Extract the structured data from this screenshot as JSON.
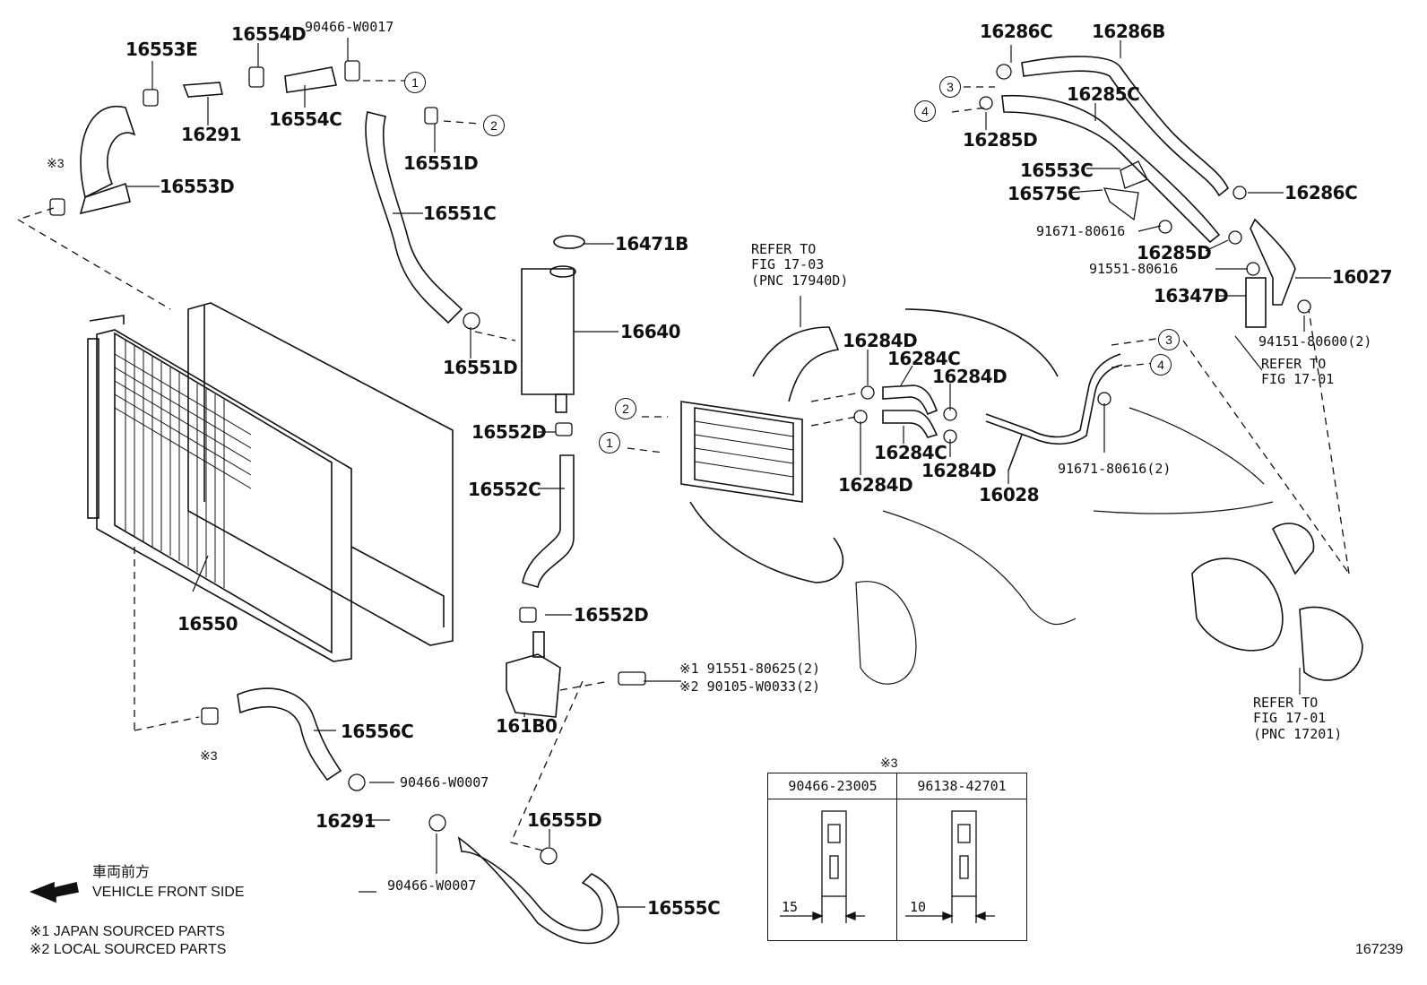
{
  "diagram_id": "167239",
  "legend": {
    "front_jp": "車両前方",
    "front_en": "VEHICLE FRONT SIDE",
    "note1": "※1 JAPAN SOURCED PARTS",
    "note2": "※2 LOCAL SOURCED PARTS"
  },
  "parts": {
    "p16553E": "16553E",
    "p16554D": "16554D",
    "p90466W0017": "90466-W0017",
    "p16291a": "16291",
    "p16554C": "16554C",
    "p16551Da": "16551D",
    "p16553D": "16553D",
    "p16551C": "16551C",
    "p16471B": "16471B",
    "p16640": "16640",
    "p16551Db": "16551D",
    "p16552Da": "16552D",
    "p16552C": "16552C",
    "p16552Db": "16552D",
    "p16550": "16550",
    "p161B0": "161B0",
    "p16556C": "16556C",
    "p90466W0007a": "90466-W0007",
    "p16291b": "16291",
    "p90466W0007b": "90466-W0007",
    "p16555D": "16555D",
    "p16555C": "16555C",
    "bolt1": "※1 91551-80625(2)",
    "bolt2": "※2 90105-W0033(2)",
    "p16284Da": "16284D",
    "p16284Ca": "16284C",
    "p16284Db": "16284D",
    "p16284Cb": "16284C",
    "p16284Dc": "16284D",
    "p16284Dd": "16284D",
    "p16028": "16028",
    "p91671_80616_2": "91671-80616(2)",
    "p16286C": "16286C",
    "p16286B": "16286B",
    "p16285C": "16285C",
    "p16285D": "16285D",
    "p16553C": "16553C",
    "p16575C": "16575C",
    "p16286Cb": "16286C",
    "p91671_80616": "91671-80616",
    "p16285Db": "16285D",
    "p91551_80616": "91551-80616",
    "p16027": "16027",
    "p16347D": "16347D",
    "p94151": "94151-80600(2)",
    "star3a": "※3",
    "star3b": "※3"
  },
  "refs": {
    "ref1": [
      "REFER TO",
      "FIG 17-03",
      "(PNC 17940D)"
    ],
    "ref2": [
      "REFER TO",
      "FIG 17-01"
    ],
    "ref3": [
      "REFER TO",
      "FIG 17-01",
      "(PNC 17201)"
    ]
  },
  "circles": [
    "1",
    "2",
    "3",
    "4"
  ],
  "clip_table": {
    "title": "※3",
    "col1": "90466-23005",
    "col2": "96138-42701",
    "dim1": "15",
    "dim2": "10"
  }
}
